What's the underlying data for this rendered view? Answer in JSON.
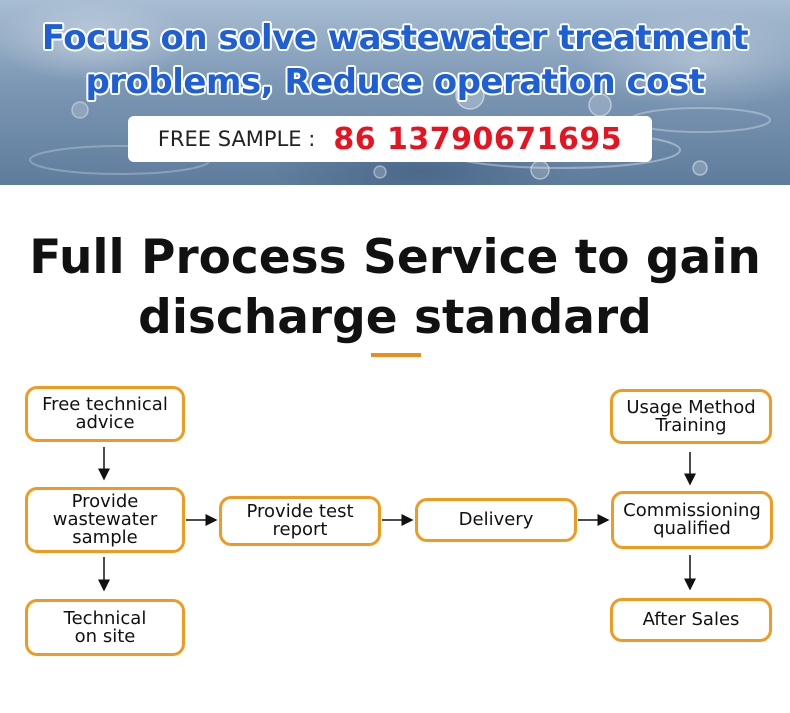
{
  "banner": {
    "title_line1": "Focus on solve wastewater treatment",
    "title_line2": "problems, Reduce operation cost",
    "sample_label": "FREE SAMPLE :",
    "sample_phone": "86 13790671695"
  },
  "heading": {
    "line1": "Full Process Service to gain",
    "line2": "discharge standard"
  },
  "flow": {
    "nodes": [
      {
        "id": "free-technical-advice",
        "label": "Free technical\nadvice"
      },
      {
        "id": "provide-wastewater-sample",
        "label": "Provide\nwastewater\nsample"
      },
      {
        "id": "technical-on-site",
        "label": "Technical\non site"
      },
      {
        "id": "provide-test-report",
        "label": "Provide test\nreport"
      },
      {
        "id": "delivery",
        "label": "Delivery"
      },
      {
        "id": "usage-method-training",
        "label": "Usage Method\nTraining"
      },
      {
        "id": "commissioning-qualified",
        "label": "Commissioning\nqualified"
      },
      {
        "id": "after-sales",
        "label": "After Sales"
      }
    ]
  },
  "colors": {
    "accent_orange": "#f29a1f",
    "title_blue": "#1f5fd6",
    "phone_red": "#e8131f",
    "text_dark": "#111111"
  }
}
